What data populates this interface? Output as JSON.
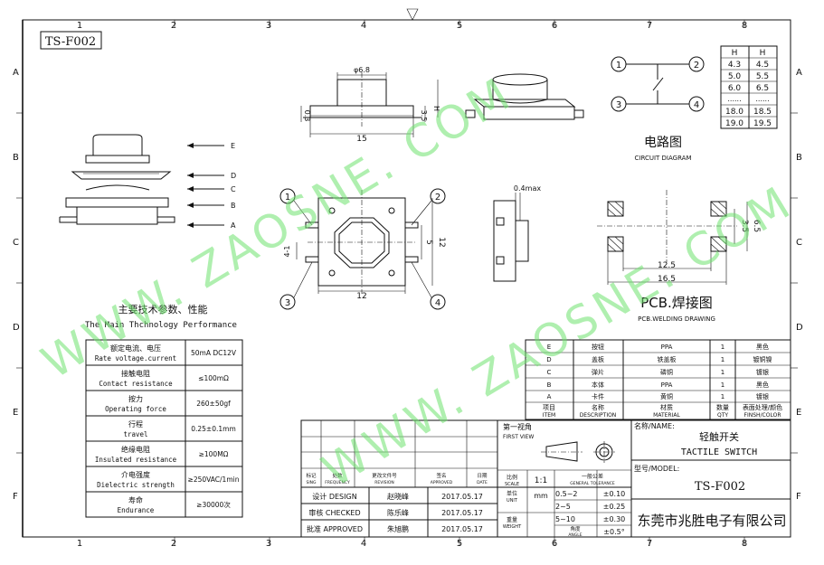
{
  "frame": {
    "col_labels": [
      "1",
      "2",
      "3",
      "4",
      "5",
      "6",
      "7",
      "8"
    ],
    "row_labels": [
      "A",
      "B",
      "C",
      "D",
      "E",
      "F"
    ],
    "part_box": "TS-F002"
  },
  "watermark": {
    "text_a": "WWW. ZAOSNE. COM",
    "text_b": "WWW. ZAOSNE. COM"
  },
  "top_view": {
    "dim_diameter": "φ6.8",
    "dim_height_left": "0.3",
    "dim_height_right": "3.5",
    "dim_h": "H",
    "dim_width": "15"
  },
  "circuit": {
    "pins": [
      "1",
      "2",
      "3",
      "4"
    ],
    "title_cn": "电路图",
    "title_en": "CIRCUIT DIAGRAM"
  },
  "height_table": {
    "header": [
      "H",
      "H"
    ],
    "rows": [
      [
        "4.3",
        "4.5"
      ],
      [
        "5.0",
        "5.5"
      ],
      [
        "6.0",
        "6.5"
      ],
      [
        "......",
        "......"
      ],
      [
        "18.0",
        "18.5"
      ],
      [
        "19.0",
        "19.5"
      ]
    ]
  },
  "exploded": {
    "labels": [
      "E",
      "D",
      "C",
      "B",
      "A"
    ]
  },
  "front_view": {
    "pins": [
      "1",
      "2",
      "3",
      "4"
    ],
    "dim_pitch": "4-1",
    "dim_5": "5",
    "dim_12_right": "12",
    "dim_12_bottom": "12"
  },
  "side_view": {
    "dim": "0.4max"
  },
  "pcb": {
    "dim_65": "6.5",
    "dim_35": "3.5",
    "dim_125": "12.5",
    "dim_165": "16.5",
    "title_cn": "PCB.焊接图",
    "title_en": "PCB.WELDING DRAWING"
  },
  "performance": {
    "title_cn": "主要技术参数、性能",
    "title_en": "The Main Thchnology Performance",
    "rows": [
      {
        "cn": "额定电流、电压",
        "en": "Rate voltage.current",
        "value": "50mA DC12V"
      },
      {
        "cn": "接触电阻",
        "en": "Contact resistance",
        "value": "≤100mΩ"
      },
      {
        "cn": "按力",
        "en": "Operating force",
        "value": "260±50gf"
      },
      {
        "cn": "行程",
        "en": "travel",
        "value": "0.25±0.1mm"
      },
      {
        "cn": "绝缘电阻",
        "en": "Insulated resistance",
        "value": "≥100MΩ"
      },
      {
        "cn": "介电强度",
        "en": "Dielectric strength",
        "value": "≥250VAC/1min"
      },
      {
        "cn": "寿命",
        "en": "Endurance",
        "value": "≥30000次"
      }
    ]
  },
  "bom": {
    "rows": [
      {
        "no": "E",
        "name": "按钮",
        "mat": "PPA",
        "qty": "1",
        "finish": "黑色"
      },
      {
        "no": "D",
        "name": "盖板",
        "mat": "铁盖板",
        "qty": "1",
        "finish": "镀铜镍"
      },
      {
        "no": "C",
        "name": "弹片",
        "mat": "磷铜",
        "qty": "1",
        "finish": "镀银"
      },
      {
        "no": "B",
        "name": "本体",
        "mat": "PPA",
        "qty": "1",
        "finish": "黑色"
      },
      {
        "no": "A",
        "name": "卡件",
        "mat": "黄铜",
        "qty": "1",
        "finish": "镀银"
      }
    ],
    "header": {
      "item_cn": "项目",
      "item_en": "ITEM",
      "desc_cn": "名称",
      "desc_en": "DESCRIPTION",
      "mat_cn": "材质",
      "mat_en": "MATERIAL",
      "qty_cn": "数量",
      "qty_en": "QTY",
      "fin_cn": "表面处理/颜色",
      "fin_en": "FINSH/COLOR"
    }
  },
  "title_block": {
    "hdr_sign_cn": "标记",
    "hdr_sign_en": "SING",
    "hdr_freq_cn": "处数",
    "hdr_freq_en": "FREQUENCY",
    "hdr_rev_cn": "更改文件号",
    "hdr_rev_en": "REVISION",
    "hdr_appr_cn": "签名",
    "hdr_appr_en": "APPROVED",
    "hdr_date_cn": "日期",
    "hdr_date_en": "DATE",
    "design_label": "设计 DESIGN",
    "design_name": "赵晓峰",
    "design_date": "2017.05.17",
    "checked_label": "审核 CHECKED",
    "checked_name": "陈乐峰",
    "checked_date": "2017.05.17",
    "approved_label": "批准 APPROVED",
    "approved_name": "朱旭鹏",
    "approved_date": "2017.05.17",
    "first_view_cn": "第一视角",
    "first_view_en": "FIRST VIEW",
    "scale_cn": "比例",
    "scale_en": "SCALE",
    "scale": "1:1",
    "unit_cn": "单位",
    "unit_en": "UNIT",
    "unit": "mm",
    "weight_cn": "重量",
    "weight_en": "WEIGHT",
    "angle_cn": "角度",
    "angle_en": "ANGLE",
    "tol_cn": "一般公差",
    "tol_en": "GENERAL TOLERANCE",
    "tol_rows": [
      [
        "0.5~2",
        "±0.10"
      ],
      [
        "2~5",
        "±0.25"
      ],
      [
        "5~10",
        "±0.30"
      ]
    ],
    "tol_angle": "±0.5°",
    "name_label": "名称/NAME:",
    "name_cn": "轻触开关",
    "name_en": "TACTILE SWITCH",
    "model_label": "型号/MODEL:",
    "model": "TS-F002",
    "company": "东莞市兆胜电子有限公司"
  }
}
